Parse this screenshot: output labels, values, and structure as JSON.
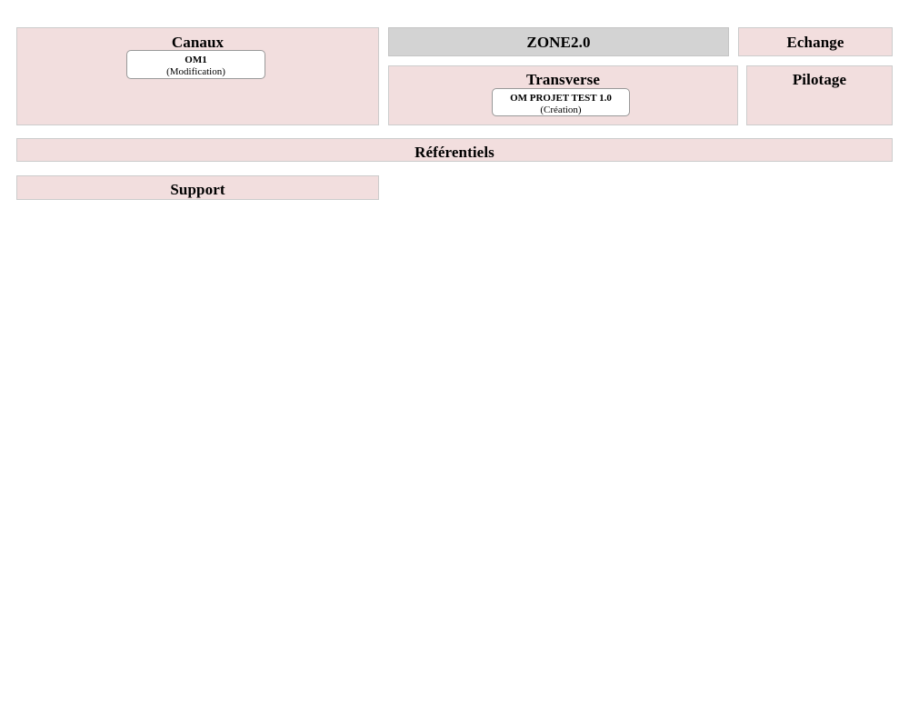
{
  "diagram": {
    "zones": [
      {
        "id": "canaux",
        "label": "Canaux",
        "fill": "#f2dede",
        "border": "#cccccc"
      },
      {
        "id": "zone2-0",
        "label": "ZONE2.0",
        "fill": "#d3d3d3",
        "border": "#c4c4c4"
      },
      {
        "id": "echange",
        "label": "Echange",
        "fill": "#f2dede",
        "border": "#cccccc"
      },
      {
        "id": "transverse",
        "label": "Transverse",
        "fill": "#f2dede",
        "border": "#cccccc"
      },
      {
        "id": "pilotage",
        "label": "Pilotage",
        "fill": "#f2dede",
        "border": "#cccccc"
      },
      {
        "id": "referentiels",
        "label": "Référentiels",
        "fill": "#f2dede",
        "border": "#cccccc"
      },
      {
        "id": "support",
        "label": "Support",
        "fill": "#f2dede",
        "border": "#cccccc"
      }
    ],
    "nodes": [
      {
        "id": "om1",
        "parent_zone": "canaux",
        "name": "OM1",
        "state": "(Modification)",
        "fill": "#ffffff",
        "border": "#999999"
      },
      {
        "id": "om-projet-test",
        "parent_zone": "transverse",
        "name": "OM PROJET TEST 1.0",
        "state": "(Création)",
        "fill": "#ffffff",
        "border": "#999999"
      }
    ],
    "background": "#ffffff",
    "text_color": "#000000"
  }
}
